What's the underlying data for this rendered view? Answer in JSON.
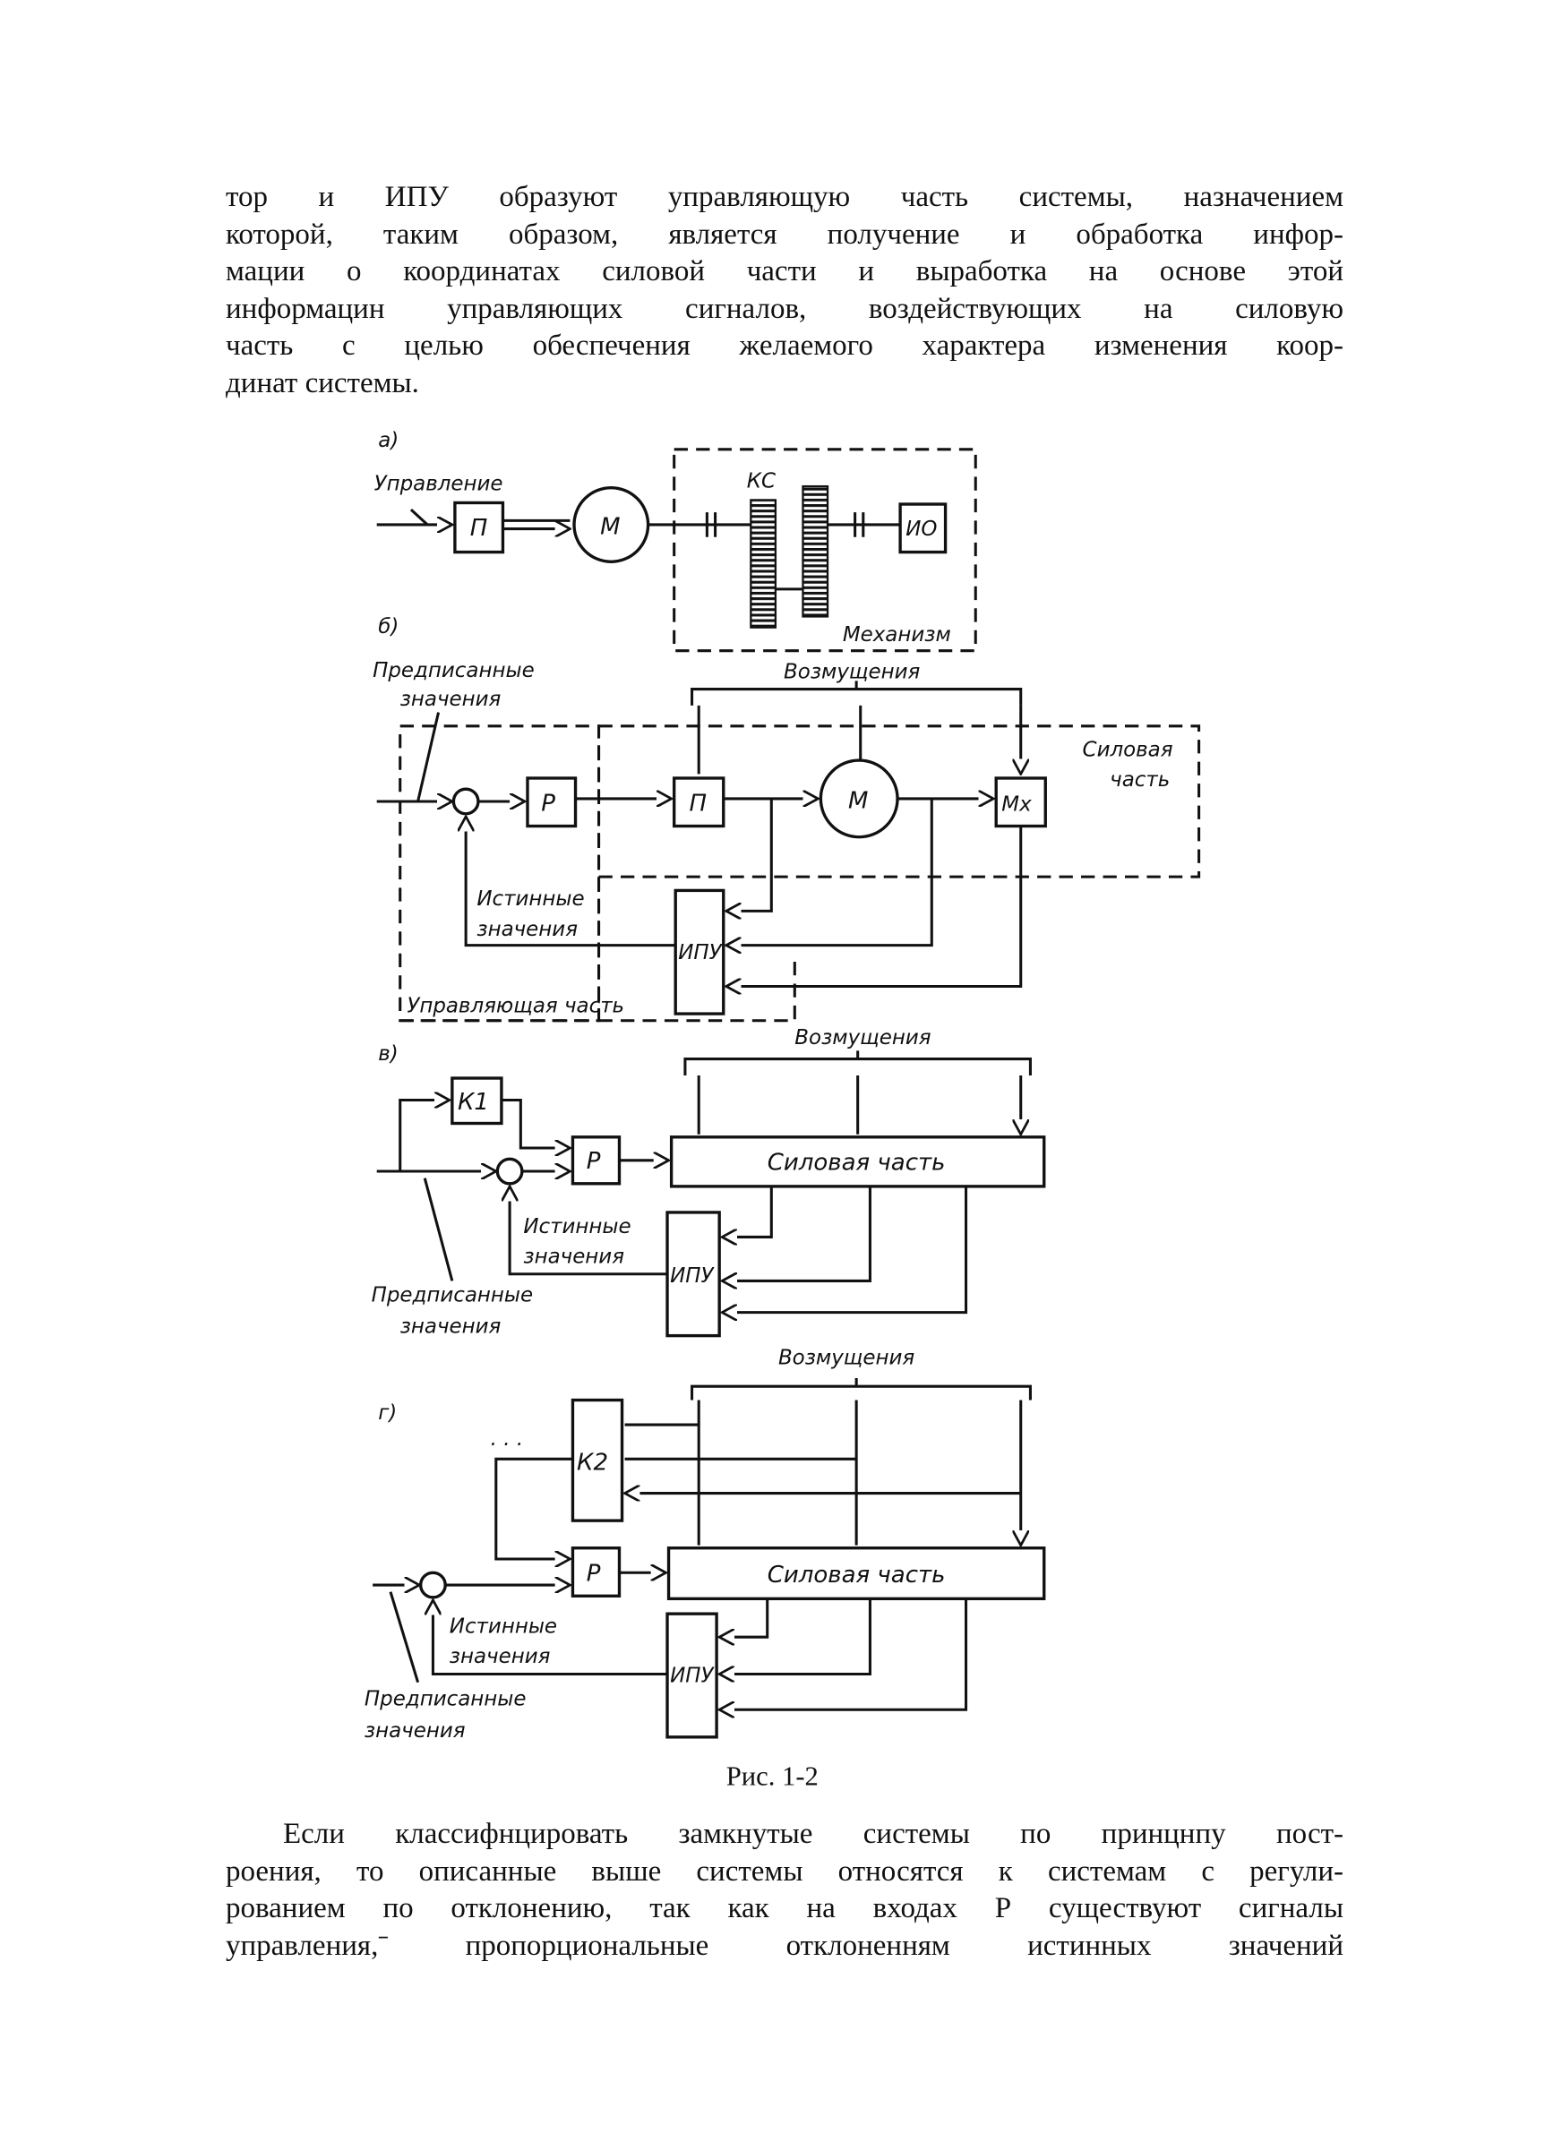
{
  "top_paragraph": [
    "тор и ИПУ образуют управляющую часть системы, назначением",
    "которой, таким образом, является получение и обработка инфор-",
    "мации о координатах силовой части и выработка на основе этой",
    "информацин управляющих сигналов, воздействующих на силовую",
    "часть с целью обеспечения желаемого характера изменения коор-",
    "динат системы."
  ],
  "figure": {
    "a": {
      "label": "а)",
      "control": "Управление",
      "P": "П",
      "M": "М",
      "KS": "КС",
      "IO": "ИО",
      "mechanism": "Механизм"
    },
    "b": {
      "label": "б)",
      "prescribed1": "Предписанные",
      "prescribed2": "значения",
      "disturbances": "Возмущения",
      "R": "Р",
      "P": "П",
      "M": "М",
      "Mx": "Мх",
      "power1": "Силовая",
      "power2": "часть",
      "true1": "Истинные",
      "true2": "значения",
      "IPU": "ИПУ",
      "control_part": "Управляющая часть"
    },
    "c": {
      "label": "в)",
      "disturbances": "Возмущения",
      "K1": "К1",
      "R": "Р",
      "power": "Силовая часть",
      "true1": "Истинные",
      "true2": "значения",
      "IPU": "ИПУ",
      "prescribed1": "Предписанные",
      "prescribed2": "значения"
    },
    "d": {
      "label": "г)",
      "disturbances": "Возмущения",
      "dots": ". . .",
      "K2": "К2",
      "R": "Р",
      "power": "Силовая часть",
      "true1": "Истинные",
      "true2": "значения",
      "IPU": "ИПУ",
      "prescribed1": "Предписанные",
      "prescribed2": "значения"
    },
    "caption": "Рис. 1-2"
  },
  "bottom_paragraph": [
    "Если классифнцировать замкнутые системы по принцнпу пост-",
    "роения, то описанные выше системы относятся к системам с регули-",
    "рованием по отклонению, так как на входах Р существуют сигналы",
    "управления,ˉ пропорциональные отклоненням истинных значений"
  ]
}
